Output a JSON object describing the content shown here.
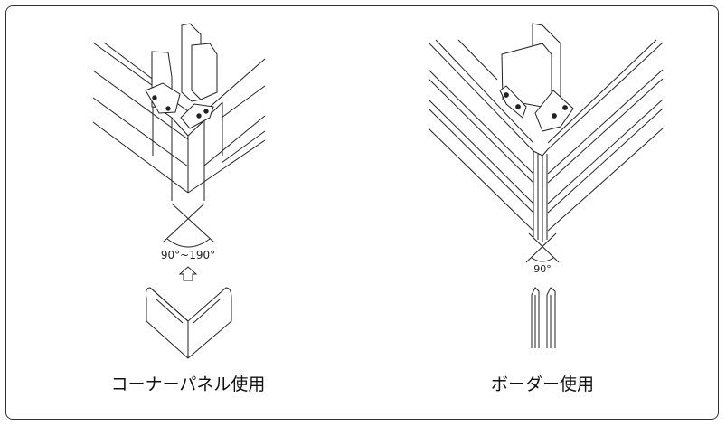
{
  "left": {
    "angle_label": "90°~190°",
    "caption": "コーナーパネル使用"
  },
  "right": {
    "angle_label": "90°",
    "caption": "ボーダー使用"
  }
}
